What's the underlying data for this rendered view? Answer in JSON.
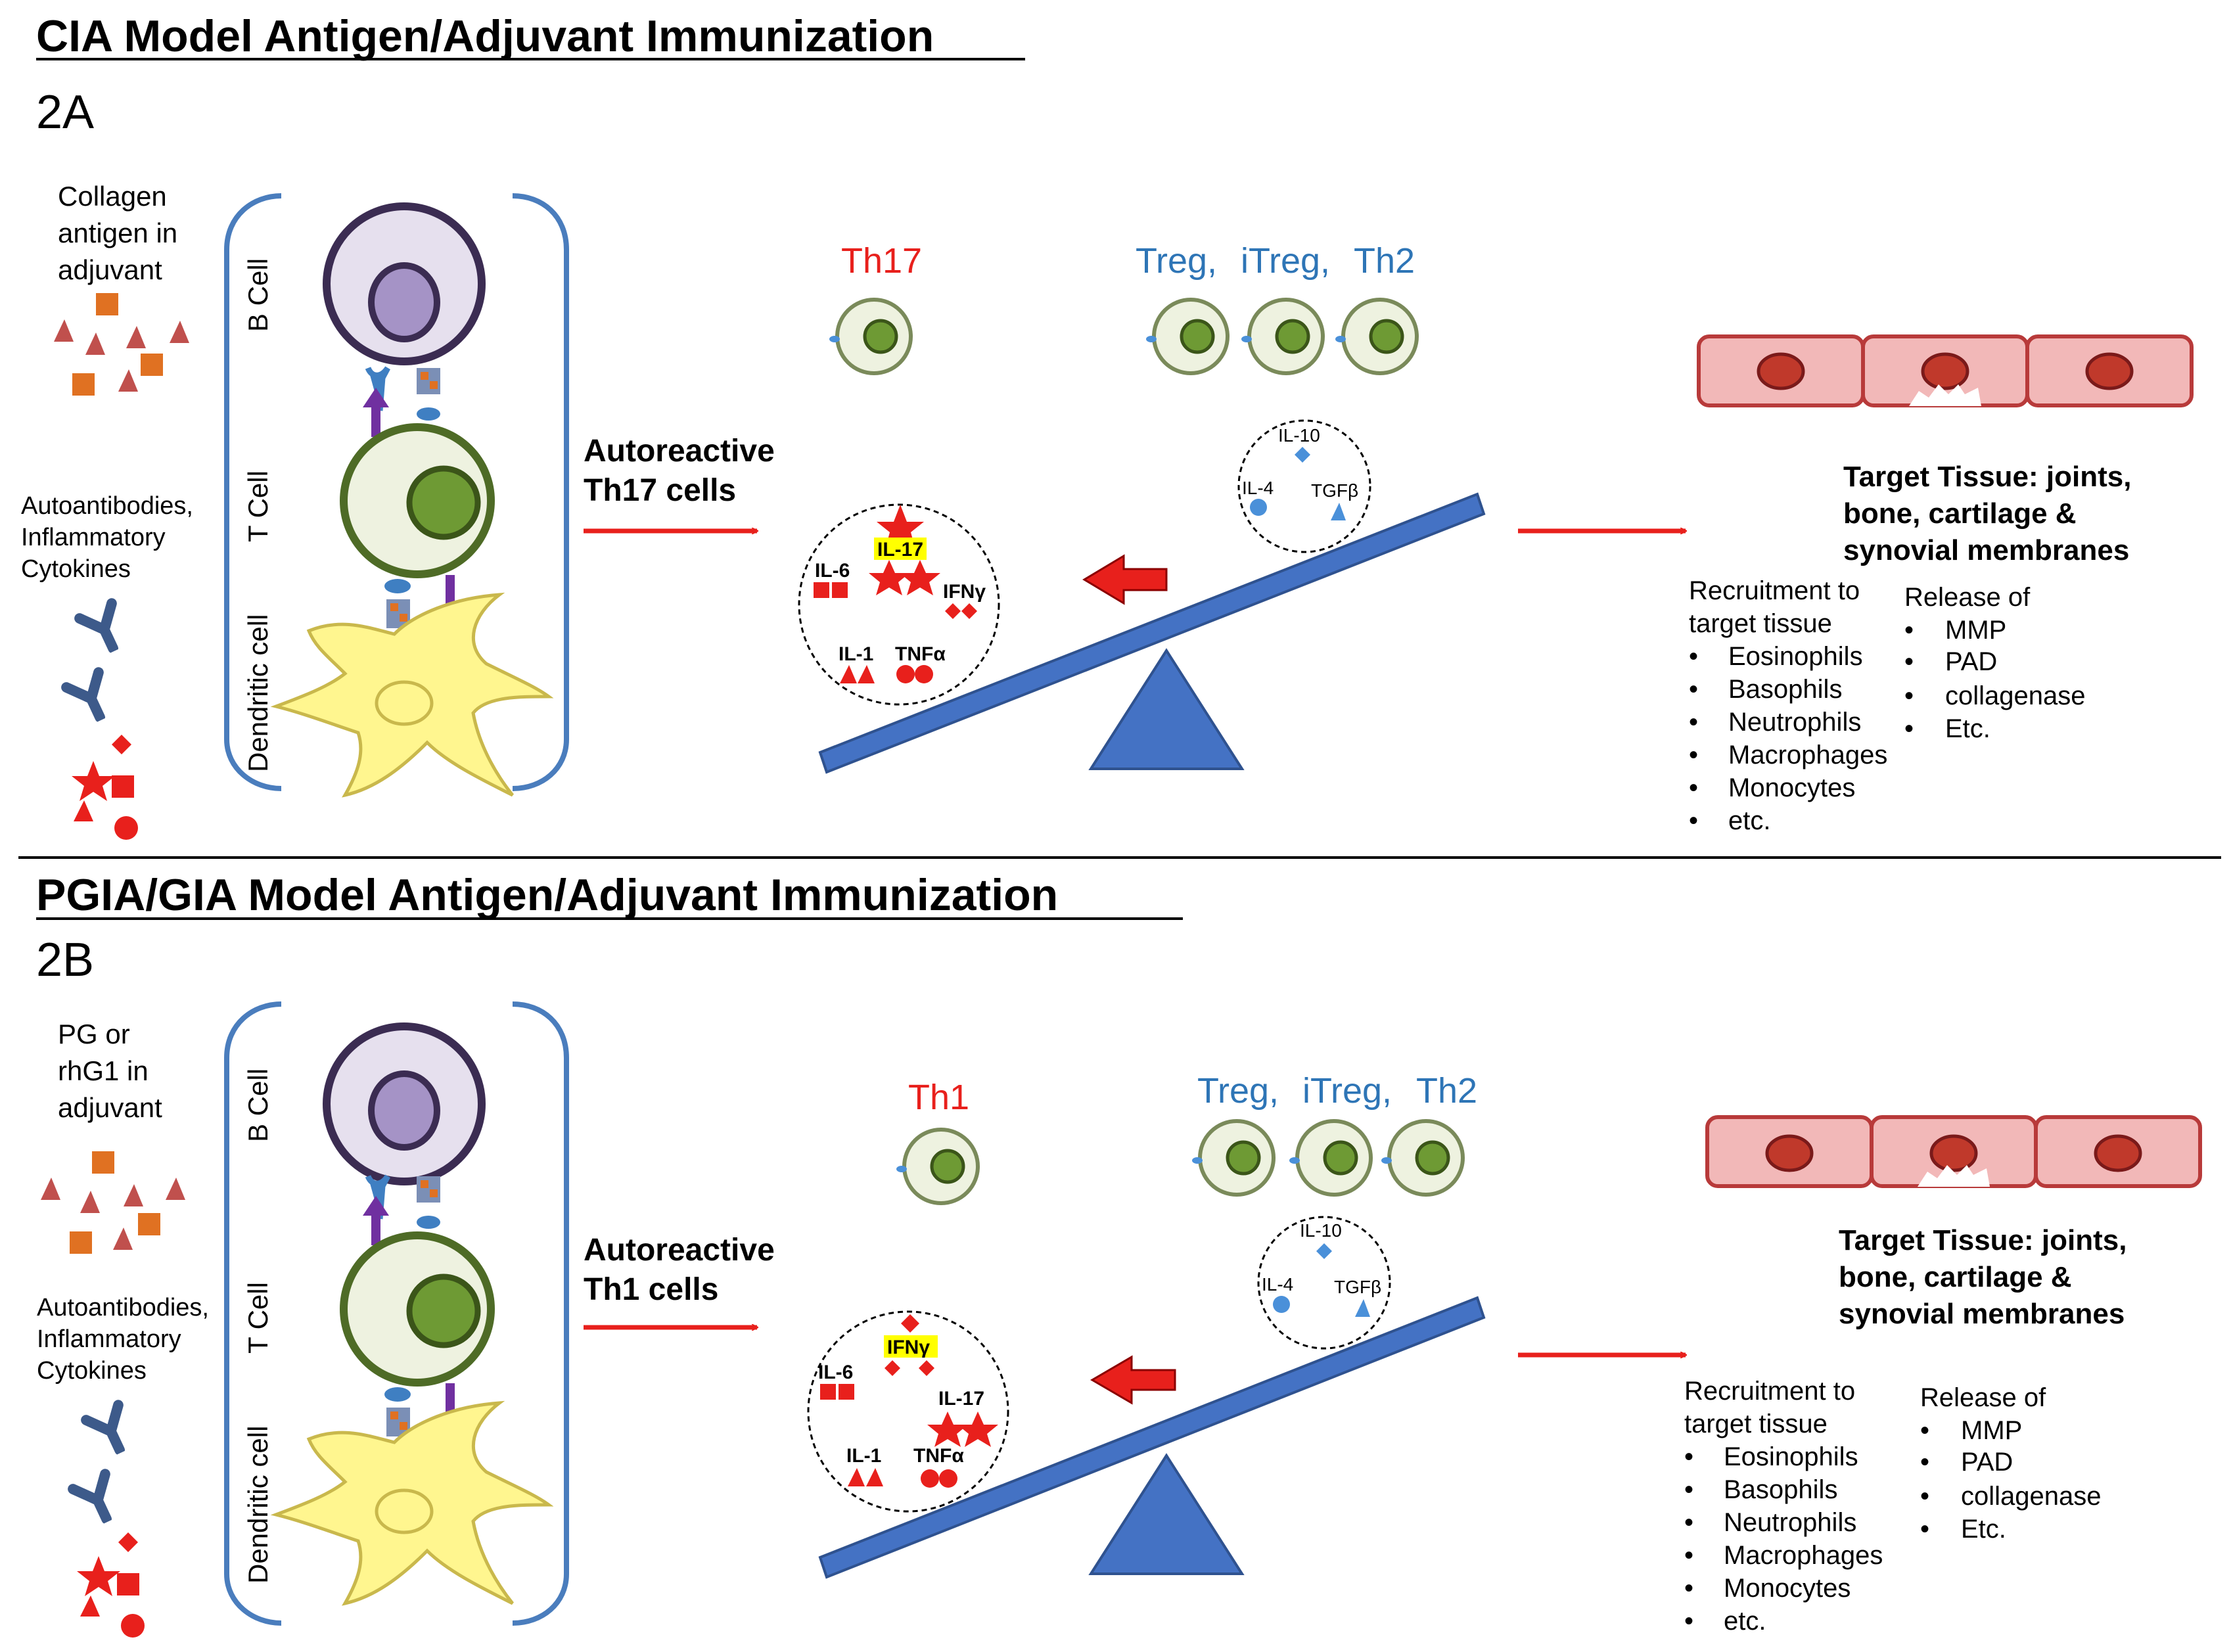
{
  "colors": {
    "red": "#e8201c",
    "blue_text": "#2e75b6",
    "seesaw": "#4472c4",
    "seesaw_stroke": "#2f528f",
    "bcell_outer": "#e6e0ee",
    "bcell_nucleus": "#a593c6",
    "tcell_fill": "#eef2e0",
    "tcell_nucleus": "#6e9a34",
    "dendritic": "#fff68f",
    "tissue_fill": "#f2b8b8",
    "tissue_nucleus": "#c0392b",
    "orange": "#e07122",
    "antigen_red": "#c0504d",
    "antibody": "#3d5a8a",
    "purple": "#7030a0"
  },
  "panels": [
    {
      "id": "2A",
      "heading": "CIA Model Antigen/Adjuvant Immunization",
      "panel_label": "2A",
      "antigen_label": [
        "Collagen",
        "antigen in",
        "adjuvant"
      ],
      "autoantibody_label": [
        "Autoantibodies,",
        "Inflammatory",
        "Cytokines"
      ],
      "cell_labels": {
        "b": "B Cell",
        "t": "T Cell",
        "d": "Dendritic cell"
      },
      "autoreactive_label": [
        "Autoreactive",
        "Th17 cells"
      ],
      "effector_label": "Th17",
      "regulatory_label": [
        "Treg,",
        "iTreg,",
        "Th2"
      ],
      "regulatory_cytokines": [
        "IL-10",
        "IL-4",
        "TGFβ"
      ],
      "effector_cytokines": [
        "IL-6",
        "IL-17",
        "IFNγ",
        "IL-1",
        "TNFα"
      ],
      "highlight_cytokine": "IL-17",
      "target_tissue": [
        "Target Tissue:  joints,",
        "bone, cartilage &",
        "synovial membranes"
      ],
      "recruitment_title": [
        "Recruitment to",
        "target tissue"
      ],
      "recruitment_items": [
        "Eosinophils",
        "Basophils",
        "Neutrophils",
        "Macrophages",
        "Monocytes",
        "etc."
      ],
      "release_title": "Release of",
      "release_items": [
        "MMP",
        "PAD",
        "collagenase",
        "Etc."
      ]
    },
    {
      "id": "2B",
      "heading": "PGIA/GIA  Model Antigen/Adjuvant Immunization",
      "panel_label": "2B",
      "antigen_label": [
        "PG or",
        "rhG1 in",
        "adjuvant"
      ],
      "autoantibody_label": [
        "Autoantibodies,",
        "Inflammatory",
        "Cytokines"
      ],
      "cell_labels": {
        "b": "B Cell",
        "t": "T Cell",
        "d": "Dendritic cell"
      },
      "autoreactive_label": [
        "Autoreactive",
        "Th1 cells"
      ],
      "effector_label": "Th1",
      "regulatory_label": [
        "Treg,",
        "iTreg,",
        "Th2"
      ],
      "regulatory_cytokines": [
        "IL-10",
        "IL-4",
        "TGFβ"
      ],
      "effector_cytokines": [
        "IL-6",
        "IFNγ",
        "IL-17",
        "IL-1",
        "TNFα"
      ],
      "highlight_cytokine": "IFNγ",
      "target_tissue": [
        "Target Tissue:  joints,",
        "bone, cartilage &",
        "synovial membranes"
      ],
      "recruitment_title": [
        "Recruitment to",
        "target tissue"
      ],
      "recruitment_items": [
        "Eosinophils",
        "Basophils",
        "Neutrophils",
        "Macrophages",
        "Monocytes",
        "etc."
      ],
      "release_title": "Release of",
      "release_items": [
        "MMP",
        "PAD",
        "collagenase",
        "Etc."
      ]
    }
  ]
}
